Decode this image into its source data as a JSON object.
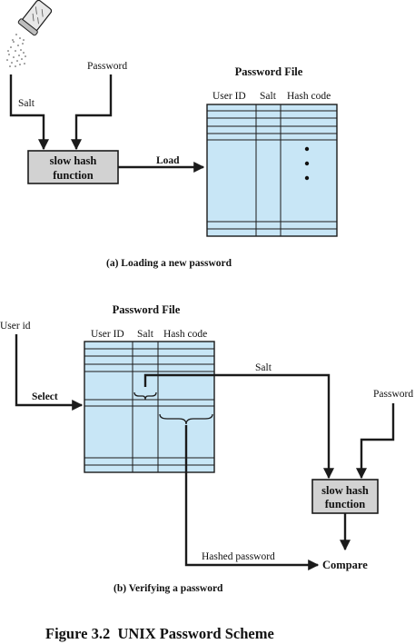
{
  "part_a": {
    "password_file_title": "Password File",
    "col_user_id": "User ID",
    "col_salt": "Salt",
    "col_hash_code": "Hash code",
    "label_password": "Password",
    "label_salt": "Salt",
    "hash_box_line1": "slow hash",
    "hash_box_line2": "function",
    "label_load": "Load",
    "caption": "(a) Loading a new password"
  },
  "part_b": {
    "password_file_title": "Password File",
    "col_user_id": "User ID",
    "col_salt": "Salt",
    "col_hash_code": "Hash code",
    "label_user_id": "User id",
    "label_select": "Select",
    "label_salt": "Salt",
    "label_password": "Password",
    "hash_box_line1": "slow hash",
    "hash_box_line2": "function",
    "label_hashed_password": "Hashed password",
    "label_compare": "Compare",
    "caption": "(b) Verifying a password"
  },
  "figure_caption": "Figure 3.2  UNIX Password Scheme",
  "colors": {
    "file_fill": "#c8e6f6",
    "hash_box_fill": "#d2d2d2",
    "stroke": "#1b1b1b"
  }
}
